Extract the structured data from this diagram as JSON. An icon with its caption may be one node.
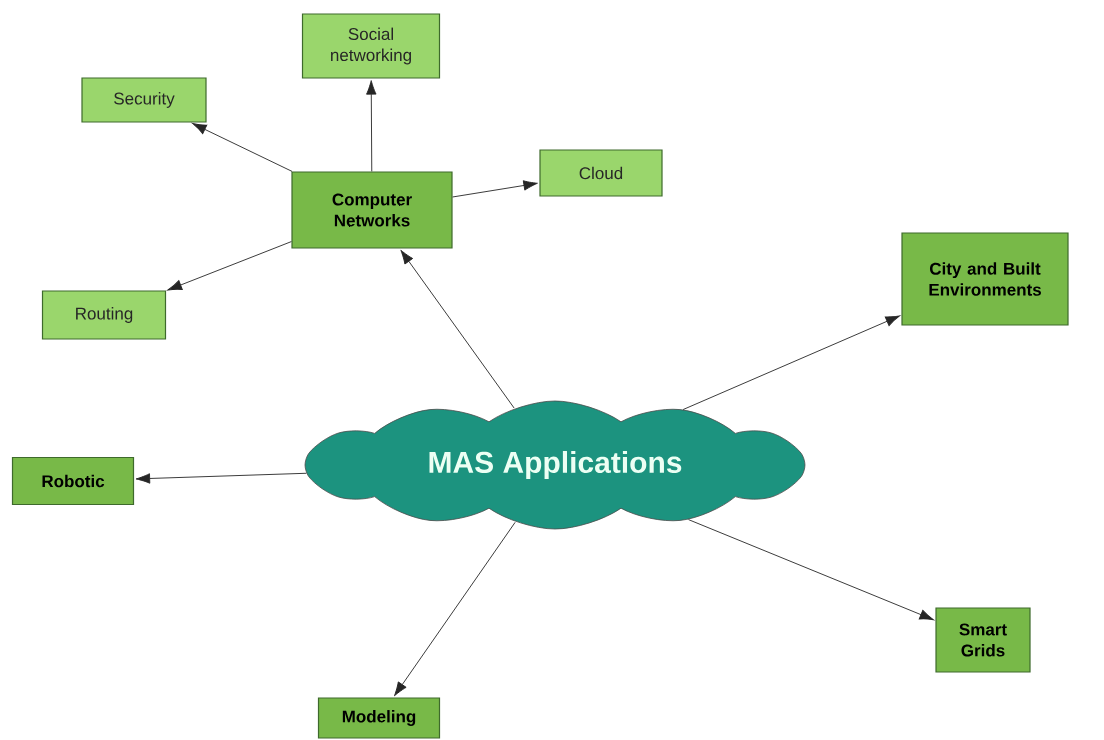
{
  "diagram": {
    "nodes": [
      {
        "text": [
          "MAS Applications"
        ]
      },
      {
        "text": [
          "Computer Networks"
        ]
      },
      {
        "text": [
          "Security"
        ]
      },
      {
        "text": [
          "Social networking"
        ]
      },
      {
        "text": [
          "Cloud"
        ]
      },
      {
        "text": [
          "Routing"
        ]
      },
      {
        "text": [
          "City and Built Environments"
        ]
      },
      {
        "text": [
          "Robotic"
        ]
      },
      {
        "text": [
          "Modeling"
        ]
      },
      {
        "text": [
          "Smart Grids"
        ]
      }
    ],
    "edges": [
      {
        "from": 0,
        "to": 1,
        "arrow": "to"
      },
      {
        "from": 1,
        "to": 2,
        "arrow": "to"
      },
      {
        "from": 1,
        "to": 3,
        "arrow": "to"
      },
      {
        "from": 1,
        "to": 4,
        "arrow": "to"
      },
      {
        "from": 1,
        "to": 5,
        "arrow": "to"
      },
      {
        "from": 0,
        "to": 6,
        "arrow": "to"
      },
      {
        "from": 0,
        "to": 7,
        "arrow": "to"
      },
      {
        "from": 0,
        "to": 8,
        "arrow": "to"
      },
      {
        "from": 0,
        "to": 9,
        "arrow": "to"
      }
    ]
  }
}
